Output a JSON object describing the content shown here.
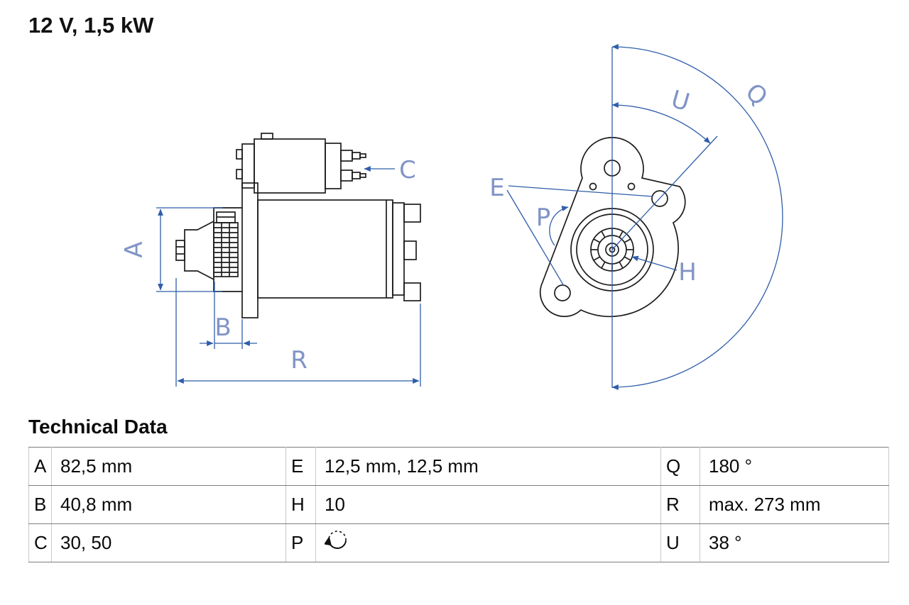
{
  "title": "12 V, 1,5 kW",
  "section_heading": "Technical Data",
  "drawing": {
    "labels": {
      "A": "A",
      "B": "B",
      "C": "C",
      "E": "E",
      "H": "H",
      "P": "P",
      "Q": "Q",
      "R": "R",
      "U": "U"
    }
  },
  "colors": {
    "drawing_line": "#1c1c1c",
    "dimension_line": "#2f5da9",
    "dimension_label": "#8094c6"
  },
  "table": {
    "rows": [
      {
        "c1_key": "A",
        "c1_val": "82,5 mm",
        "c2_key": "E",
        "c2_val": "12,5 mm, 12,5 mm",
        "c3_key": "Q",
        "c3_val": "180 °"
      },
      {
        "c1_key": "B",
        "c1_val": "40,8 mm",
        "c2_key": "H",
        "c2_val": "10",
        "c3_key": "R",
        "c3_val": "max. 273 mm"
      },
      {
        "c1_key": "C",
        "c1_val": "30, 50",
        "c2_key": "P",
        "c2_val": "",
        "c2_icon": "rotation-ccw",
        "c3_key": "U",
        "c3_val": "38 °"
      }
    ]
  }
}
